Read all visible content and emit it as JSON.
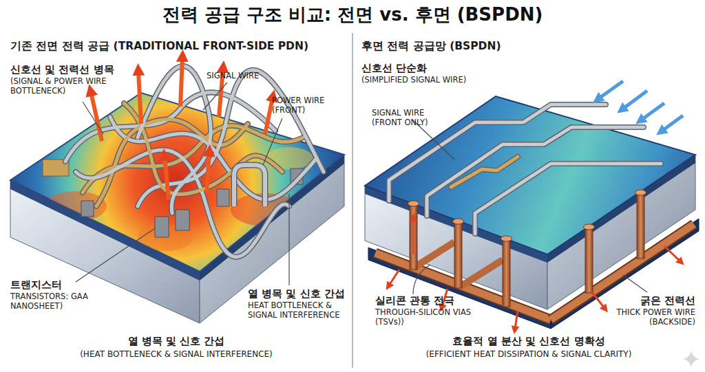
{
  "diagram": {
    "title": "전력 공급 구조 비교: 전면 vs. 후면 (BSPDN)",
    "labels": [
      "기존 전면 전력 공급 (TRADITIONAL FRONT-SIDE PDN)",
      "신호선 및 전력선 병목",
      "(SIGNAL & POWER WIRE BOTTLENECK)",
      "SIGNAL WIRE",
      "POWER WIRE (FRONT)",
      "트랜지스터",
      "TRANSISTORS: GAA NANOSHEET)",
      "열 병목 및 신호 간섭",
      "HEAT BOTTLENECK & SIGNAL INTERFERENCE",
      "열 병목 및 신호 간섭",
      "(HEAT BOTTLENECK & SIGNAL INTERFERENCE)",
      "후면 전력 공급망 (BSPDN)",
      "신호선 단순화",
      "(SIMPLIFIED SIGNAL WIRE)",
      "SIGNAL WIRE (FRONT ONLY)",
      "실리콘 관통 전극",
      "THROUGH-SILICON VIAS (TSVs))",
      "굵은 전력선",
      "THICK POWER WIRE (BACKSIDE)",
      "효율적 열 분산 및 신호선 명확성",
      "(EFFICIENT HEAT DISSIPATION & SIGNAL CLARITY)"
    ]
  }
}
